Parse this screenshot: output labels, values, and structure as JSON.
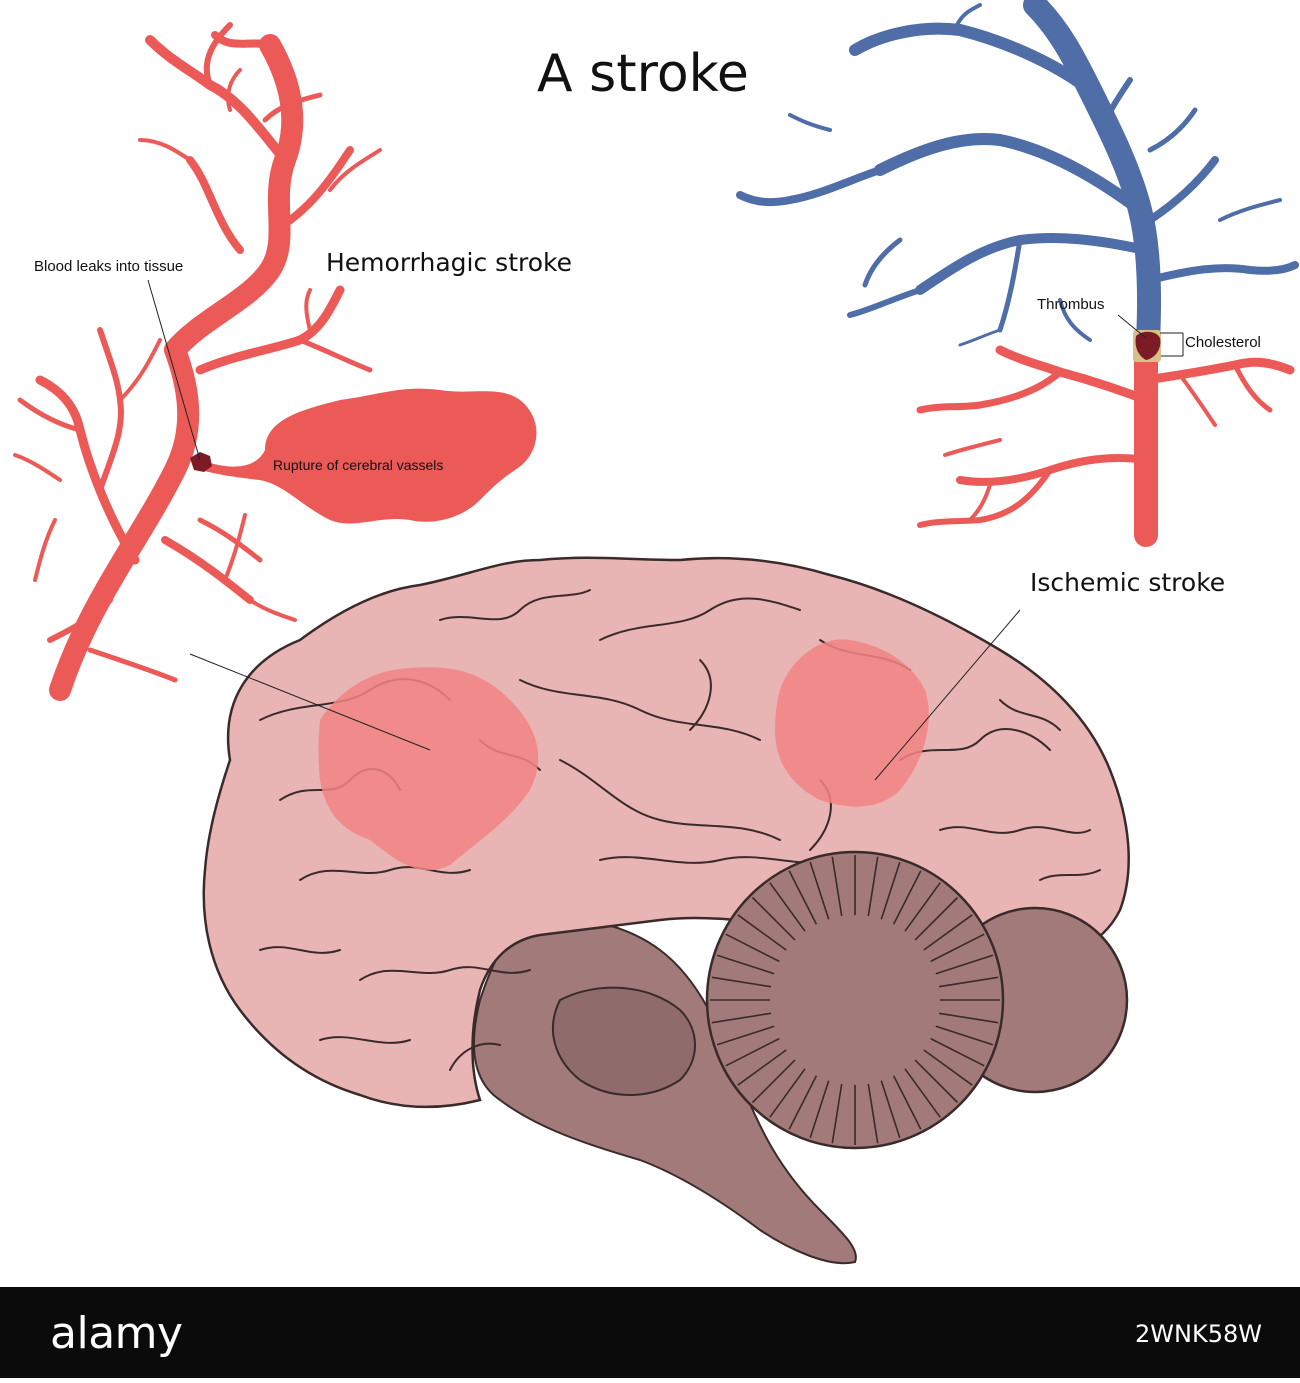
{
  "title": "A stroke",
  "labels": {
    "hemorrhagic": "Hemorrhagic stroke",
    "ischemic": "Ischemic stroke",
    "blood_leaks": "Blood leaks into tissue",
    "rupture": "Rupture of cerebral vassels",
    "thrombus": "Thrombus",
    "cholesterol": "Cholesterol"
  },
  "footer": {
    "brand": "alamy",
    "image_id": "2WNK58W",
    "watermark": "alamy"
  },
  "colors": {
    "artery": "#ec5a58",
    "vein": "#4f6da6",
    "brain": "#e8b4b4",
    "brain_dark": "#a57b7b",
    "lesion": "#f28484",
    "clot": "#7a1b25",
    "cholesterol": "#d8c08a"
  }
}
